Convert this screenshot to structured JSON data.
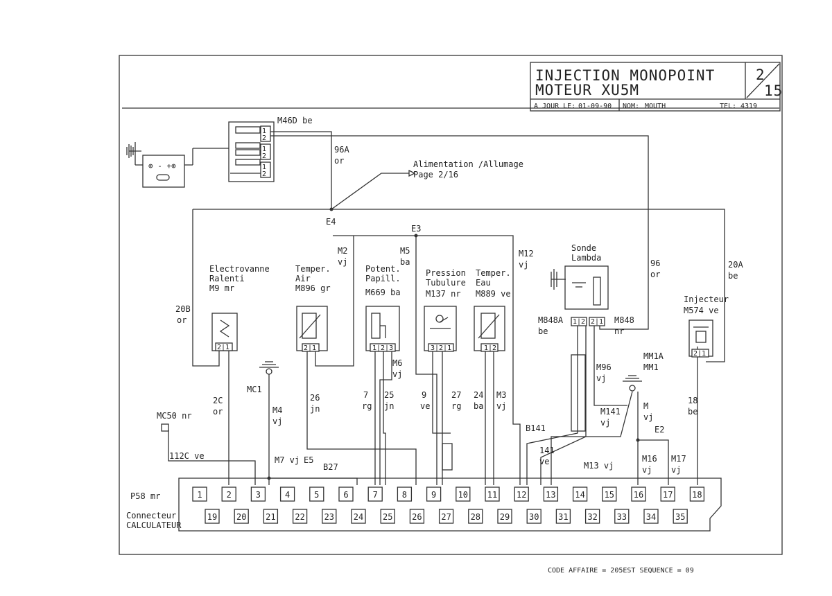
{
  "title_block": {
    "line1": "INJECTION MONOPOINT",
    "line2": "MOTEUR XU5M",
    "page_num": "2",
    "page_total": "15",
    "date_label": "A JOUR LE:",
    "date_value": "01-09-90",
    "name_label": "NOM:",
    "name_value": "MOUTH",
    "tel_label": "TEL:",
    "tel_value": "4319"
  },
  "footer": "CODE AFFAIRE = 205EST SEQUENCE = 09",
  "fusebox": {
    "label": "M46D be"
  },
  "alimentation": {
    "line1": "Alimentation /Allumage",
    "line2": "Page 2/16"
  },
  "wire_labels": {
    "w96A": "96A",
    "w96A_c": "or",
    "E4": "E4",
    "E3": "E3",
    "E2": "E2",
    "E5": "E5",
    "w20B": "20B",
    "w20B_c": "or",
    "M2": "M2",
    "M2_c": "vj",
    "M5": "M5",
    "M5_c": "ba",
    "M12": "M12",
    "M12_c": "vj",
    "w96": "96",
    "w96_c": "or",
    "w20A": "20A",
    "w20A_c": "be",
    "M848A": "M848A",
    "M848A_c": "be",
    "M848": "M848",
    "M848_c": "nr",
    "MM1A": "MM1A",
    "MM1": "MM1",
    "M96": "M96",
    "M96_c": "vj",
    "M6": "M6",
    "M6_c": "vj",
    "MC1": "MC1",
    "M4": "M4",
    "M4_c": "vj",
    "w2C": "2C",
    "w2C_c": "or",
    "w26": "26",
    "w26_c": "jn",
    "w7": "7",
    "w7_c": "rg",
    "w25": "25",
    "w25_c": "jn",
    "w9": "9",
    "w9_c": "ve",
    "w27": "27",
    "w27_c": "rg",
    "w24": "24",
    "w24_c": "ba",
    "M3": "M3",
    "M3_c": "vj",
    "M141": "M141",
    "M141_c": "vj",
    "M": "M",
    "M_c": "vj",
    "w18": "18",
    "w18_c": "be",
    "B141": "B141",
    "w141": "141",
    "w141_c": "ve",
    "M13": "M13 vj",
    "M16": "M16",
    "M16_c": "vj",
    "M17": "M17",
    "M17_c": "vj",
    "MC50": "MC50 nr",
    "w112C": "112C ve",
    "M7": "M7 vj",
    "B27": "B27"
  },
  "components": {
    "electrovanne": {
      "l1": "Electrovanne",
      "l2": "Ralenti",
      "l3": "M9 mr",
      "pins": "2|1"
    },
    "temper_air": {
      "l1": "Temper.",
      "l2": "Air",
      "l3": "M896 gr",
      "pins": "2|1"
    },
    "potent": {
      "l1": "Potent.",
      "l2": "Papill.",
      "l3": "M669 ba",
      "pins": "1|2|3"
    },
    "pression": {
      "l1": "Pression",
      "l2": "Tubulure",
      "l3": "M137 nr",
      "pins": "3|2|1"
    },
    "temper_eau": {
      "l1": "Temper.",
      "l2": "Eau",
      "l3": "M889 ve",
      "pins": "1|2"
    },
    "sonde": {
      "l1": "Sonde",
      "l2": "Lambda",
      "pins_a": "1|2",
      "pins_b": "2|1"
    },
    "injecteur": {
      "l1": "Injecteur",
      "l2": "M574 ve",
      "pins": "2|1"
    }
  },
  "connector": {
    "label1": "P58 mr",
    "label2": "Connecteur",
    "label3": "CALCULATEUR",
    "row1": [
      "1",
      "2",
      "3",
      "4",
      "5",
      "6",
      "7",
      "8",
      "9",
      "10",
      "11",
      "12",
      "13",
      "14",
      "15",
      "16",
      "17",
      "18"
    ],
    "row2": [
      "19",
      "20",
      "21",
      "22",
      "23",
      "24",
      "25",
      "26",
      "27",
      "28",
      "29",
      "30",
      "31",
      "32",
      "33",
      "34",
      "35"
    ]
  }
}
